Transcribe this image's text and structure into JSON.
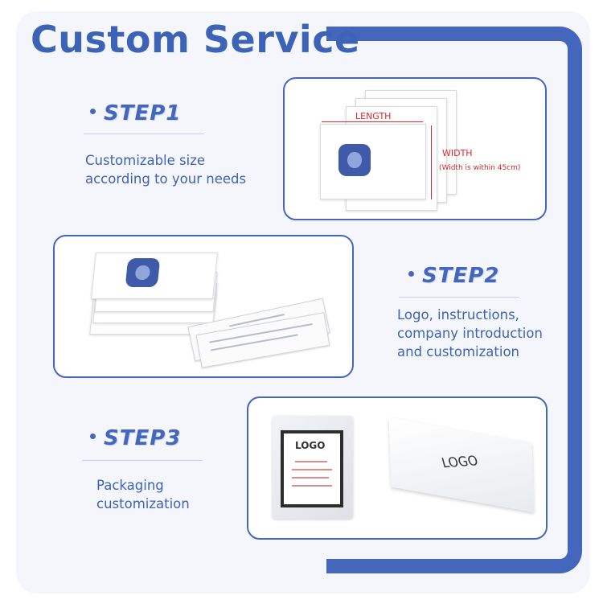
{
  "title": "Custom Service",
  "steps": [
    {
      "heading": "STEP1",
      "text_lines": [
        "Customizable size",
        "according to your needs"
      ],
      "image": {
        "length_label": "LENGTH",
        "width_label": "WIDTH",
        "width_note": "(Width is within 45cm)"
      }
    },
    {
      "heading": "STEP2",
      "text_lines": [
        "Logo, instructions,",
        "company introduction",
        "and customization"
      ]
    },
    {
      "heading": "STEP3",
      "text_lines": [
        "Packaging",
        "customization"
      ],
      "image": {
        "pouch_logo": "LOGO",
        "box_logo": "LOGO"
      }
    }
  ],
  "colors": {
    "accent": "#4467bd",
    "title": "#3d63b6",
    "dimension": "#d9262c",
    "flange": "#3e5aa8"
  }
}
